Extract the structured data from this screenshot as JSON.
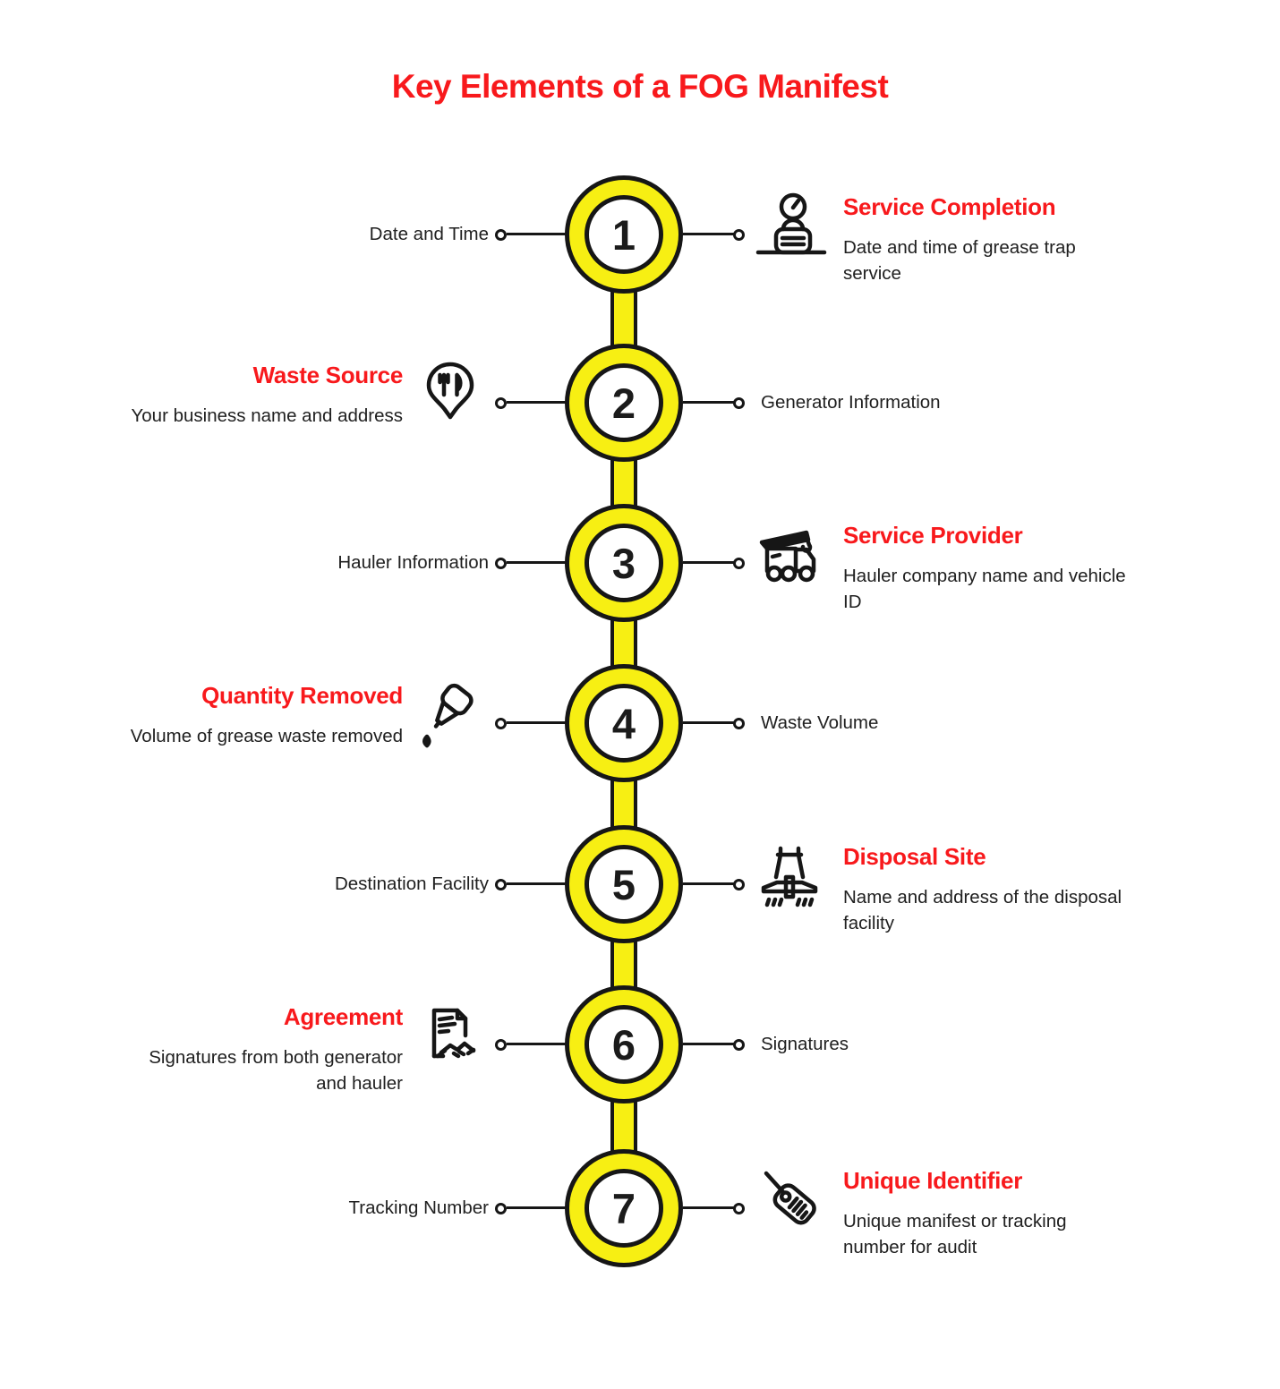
{
  "title": "Key Elements of a FOG Manifest",
  "colors": {
    "accent_red": "#F8191C",
    "node_yellow": "#F7EF13",
    "outline_black": "#161616",
    "text_dark": "#202020",
    "background": "#FFFFFF"
  },
  "nodes": [
    {
      "number": "1",
      "label": "Date and Time",
      "heading": "Service Completion",
      "description": "Date and time of grease trap\nservice",
      "icon": "clock-worker-icon"
    },
    {
      "number": "2",
      "label": "Generator Information",
      "heading": "Waste Source",
      "description": "Your business name and address",
      "icon": "restaurant-location-pin-icon"
    },
    {
      "number": "3",
      "label": "Hauler Information",
      "heading": "Service Provider",
      "description": "Hauler company name and vehicle\nID",
      "icon": "crane-truck-icon"
    },
    {
      "number": "4",
      "label": "Waste Volume",
      "heading": "Quantity Removed",
      "description": "Volume of grease waste removed",
      "icon": "oil-bottle-drop-icon"
    },
    {
      "number": "5",
      "label": "Destination Facility",
      "heading": "Disposal Site",
      "description": "Name and address of the disposal\nfacility",
      "icon": "treatment-plant-icon"
    },
    {
      "number": "6",
      "label": "Signatures",
      "heading": "Agreement",
      "description": "Signatures from both generator\nand hauler",
      "icon": "contract-handshake-icon"
    },
    {
      "number": "7",
      "label": "Tracking Number",
      "heading": "Unique Identifier",
      "description": "Unique manifest or tracking\nnumber for audit",
      "icon": "tracking-tag-icon"
    }
  ]
}
